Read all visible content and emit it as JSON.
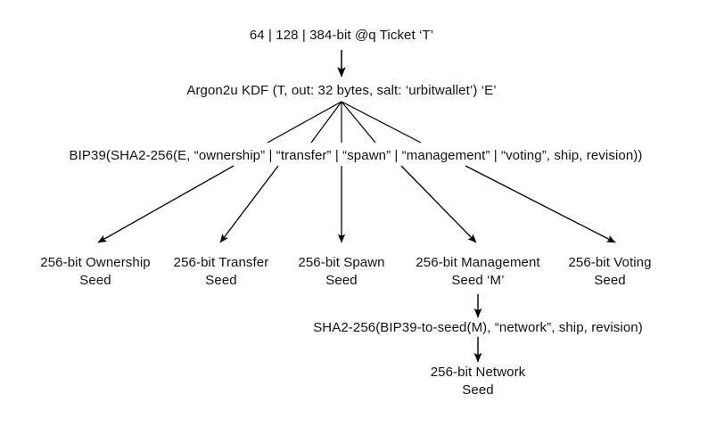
{
  "diagram": {
    "title_node": "64 | 128 | 384-bit @q Ticket ‘T’",
    "kdf_node": "Argon2u KDF (T, out: 32 bytes, salt: ‘urbitwallet’) ‘E’",
    "derivation_node": "BIP39(SHA2-256(E, “ownership” | “transfer” | “spawn” | “management” | “voting”, ship, revision))",
    "seeds": [
      {
        "line1": "256-bit Ownership",
        "line2": "Seed"
      },
      {
        "line1": "256-bit Transfer",
        "line2": "Seed"
      },
      {
        "line1": "256-bit Spawn",
        "line2": "Seed"
      },
      {
        "line1": "256-bit Management",
        "line2": "Seed ‘M’"
      },
      {
        "line1": "256-bit Voting",
        "line2": "Seed"
      }
    ],
    "network_formula_node": "SHA2-256(BIP39-to-seed(M), “network”, ship, revision)",
    "network_seed": {
      "line1": "256-bit Network",
      "line2": "Seed"
    },
    "colors": {
      "background": "#ffffff",
      "text": "#111111",
      "stroke": "#000000"
    }
  }
}
